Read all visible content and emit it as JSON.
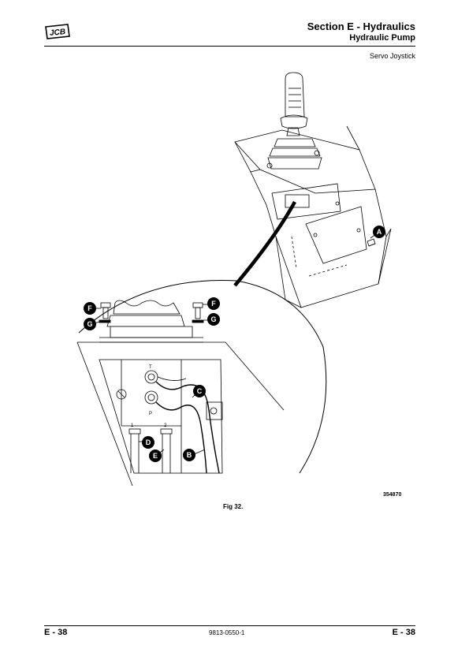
{
  "header": {
    "logo_text": "JCB",
    "section_title": "Section E - Hydraulics",
    "subsection_title": "Hydraulic Pump",
    "topic": "Servo Joystick"
  },
  "figure": {
    "callouts": [
      "A",
      "B",
      "C",
      "D",
      "E",
      "F",
      "F",
      "G",
      "G"
    ],
    "port_labels": [
      "T",
      "P",
      "1",
      "2"
    ],
    "drawing_number": "354870",
    "caption": "Fig 32."
  },
  "footer": {
    "page_left": "E - 38",
    "doc_number": "9813-0550-1",
    "page_right": "E - 38"
  }
}
